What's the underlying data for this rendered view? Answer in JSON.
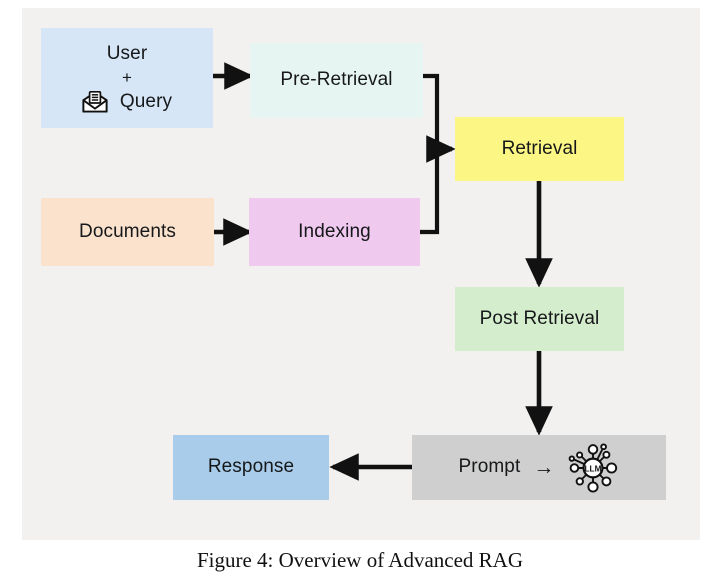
{
  "figure": {
    "caption": "Figure 4: Overview of Advanced RAG",
    "background": "#f2f1ef",
    "page_background": "#ffffff",
    "text_color": "#16181a",
    "connector_color": "#111111"
  },
  "nodes": {
    "user_query": {
      "line1": "User",
      "line2": "+",
      "line3": "Query",
      "icon": "envelope-icon",
      "fill": "#d6e6f6"
    },
    "pre_retrieval": {
      "label": "Pre-Retrieval",
      "fill": "#e7f5f2"
    },
    "retrieval": {
      "label": "Retrieval",
      "fill": "#fcf784"
    },
    "documents": {
      "label": "Documents",
      "fill": "#fae2cd"
    },
    "indexing": {
      "label": "Indexing",
      "fill": "#f0c9ef"
    },
    "post_retrieval": {
      "label": "Post Retrieval",
      "fill": "#d4edcd"
    },
    "prompt": {
      "label": "Prompt",
      "arrow_glyph": "→",
      "icon": "llm-network-icon",
      "icon_label": "LLM",
      "fill": "#cfcfcf"
    },
    "response": {
      "label": "Response",
      "fill": "#a8cce9"
    }
  },
  "edges": [
    {
      "from": "user_query",
      "to": "pre_retrieval",
      "style": "straight-arrow"
    },
    {
      "from": "documents",
      "to": "indexing",
      "style": "straight-arrow"
    },
    {
      "from": "pre_retrieval",
      "to": "retrieval",
      "style": "elbow-arrow"
    },
    {
      "from": "indexing",
      "to": "retrieval",
      "style": "elbow-arrow"
    },
    {
      "from": "retrieval",
      "to": "post_retrieval",
      "style": "straight-arrow"
    },
    {
      "from": "post_retrieval",
      "to": "prompt",
      "style": "straight-arrow"
    },
    {
      "from": "prompt",
      "to": "response",
      "style": "straight-arrow"
    }
  ]
}
